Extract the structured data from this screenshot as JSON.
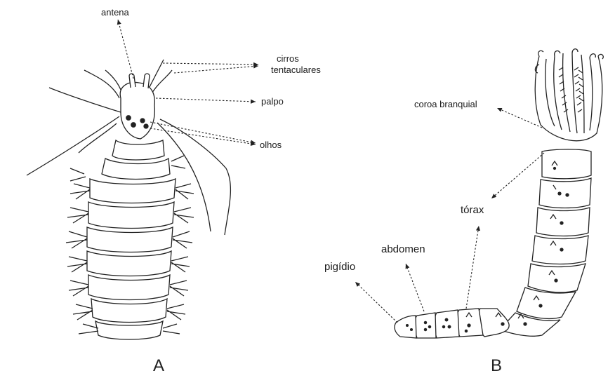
{
  "figure": {
    "panel_a": {
      "letter": "A",
      "labels": {
        "antena": "antena",
        "cirros_line1": "cirros",
        "cirros_line2": "tentaculares",
        "palpo": "palpo",
        "olhos": "olhos"
      }
    },
    "panel_b": {
      "letter": "B",
      "labels": {
        "coroa": "coroa branquial",
        "torax": "tórax",
        "abdomen": "abdomen",
        "pigidio": "pigídio"
      }
    }
  }
}
